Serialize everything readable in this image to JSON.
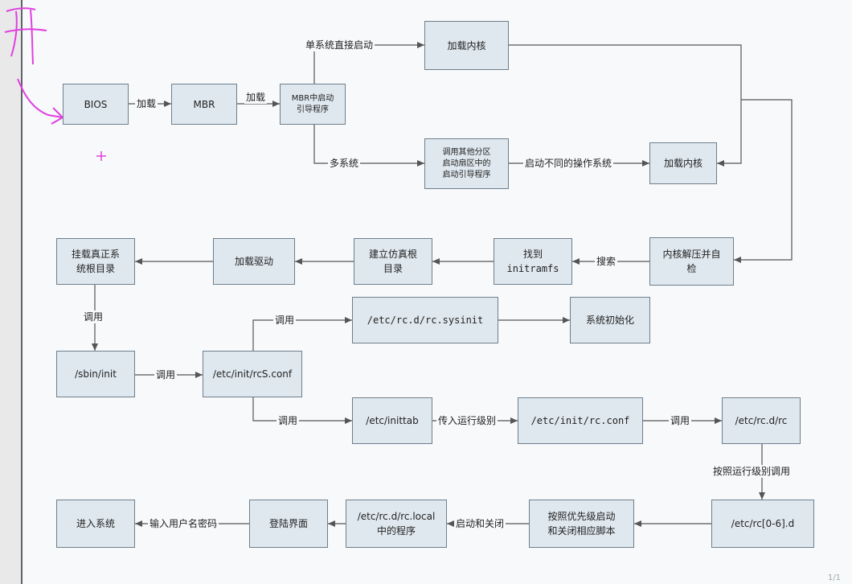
{
  "colors": {
    "box_fill": "#dfe8ef",
    "box_border": "#6f7f8c",
    "line": "#555555",
    "annotation": "#e040e0"
  },
  "annotation": {
    "handwriting": "开",
    "marker": "+"
  },
  "nodes": {
    "bios": "BIOS",
    "mbr": "MBR",
    "mbr_loader": "MBR中启动\n引导程序",
    "load_kernel_1": "加载内核",
    "call_other": "调用其他分区\n启动扇区中的\n启动引导程序",
    "load_kernel_2": "加载内核",
    "kernel_decompress": "内核解压并自\n检",
    "find_initramfs": "找到\ninitramfs",
    "build_root": "建立仿真根\n目录",
    "load_driver": "加载驱动",
    "mount_root": "挂载真正系\n统根目录",
    "sbin_init": "/sbin/init",
    "rcs_conf": "/etc/init/rcS.conf",
    "rc_sysinit": "/etc/rc.d/rc.sysinit",
    "sys_init": "系统初始化",
    "inittab": "/etc/inittab",
    "rc_conf": "/etc/init/rc.conf",
    "etc_rc": "/etc/rc.d/rc",
    "rc_levels": "/etc/rc[0-6].d",
    "priority": "按照优先级启动\n和关闭相应脚本",
    "rc_local": "/etc/rc.d/rc.local\n中的程序",
    "login": "登陆界面",
    "enter": "进入系统"
  },
  "edges": {
    "load1": "加载",
    "load2": "加载",
    "single": "单系统直接启动",
    "multi": "多系统",
    "start_diff": "启动不同的操作系统",
    "search": "搜索",
    "call1": "调用",
    "call2": "调用",
    "call3": "调用",
    "call4": "调用",
    "pass_level": "传入运行级别",
    "call5": "调用",
    "by_level": "按照运行级别调用",
    "start_stop": "启动和关闭",
    "input_user": "输入用户名密码"
  },
  "footer": "1/1"
}
